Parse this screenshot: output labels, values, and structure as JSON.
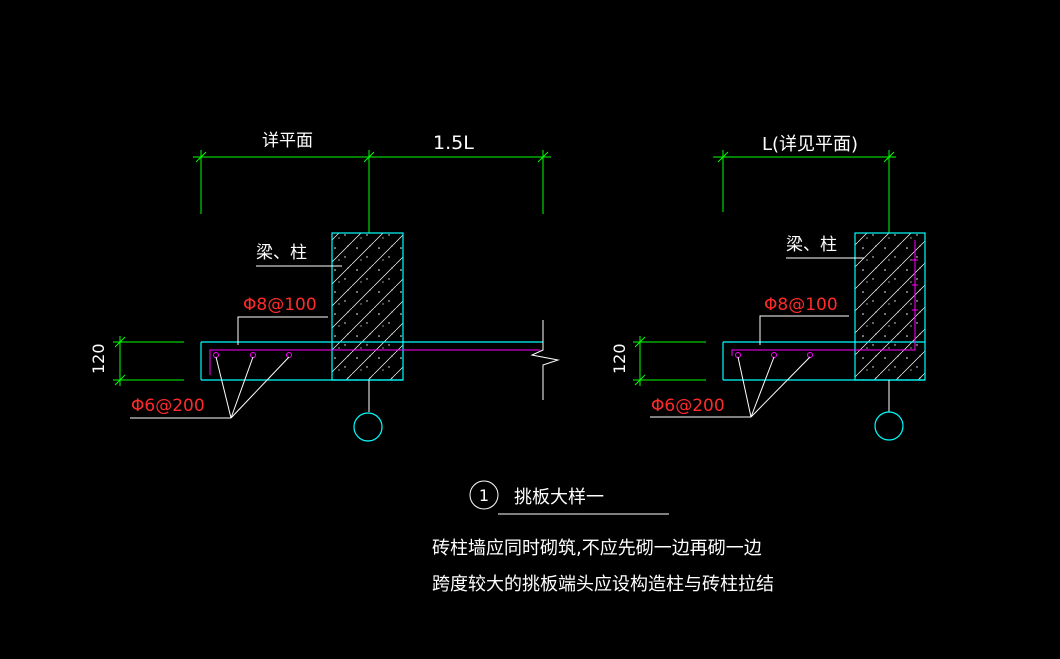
{
  "colors": {
    "background": "#000000",
    "dimension": "#00ff00",
    "outline": "#00ffff",
    "rebar": "#ff00ff",
    "leader": "#ffffff",
    "rebar_label": "#ff2a2a",
    "text": "#ffffff"
  },
  "left_detail": {
    "dim_left": "详平面",
    "dim_right": "1.5L",
    "beam_label": "梁、柱",
    "top_rebar": "Φ8@100",
    "bottom_rebar": "Φ6@200",
    "thickness": "120"
  },
  "right_detail": {
    "dim_top": "L(详见平面)",
    "beam_label": "梁、柱",
    "top_rebar": "Φ8@100",
    "bottom_rebar": "Φ6@200",
    "thickness": "120"
  },
  "caption": {
    "number": "1",
    "title": "挑板大样一"
  },
  "notes": [
    "砖柱墙应同时砌筑,不应先砌一边再砌一边",
    "跨度较大的挑板端头应设构造柱与砖柱拉结"
  ]
}
